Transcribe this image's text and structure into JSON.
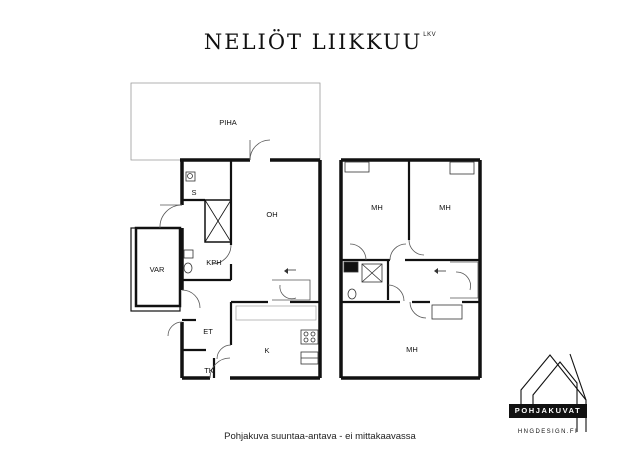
{
  "brand": {
    "name": "NELIÖT LIIKKUU",
    "suffix": "LKV"
  },
  "rooms": {
    "piha": "PIHA",
    "s": "S",
    "oh": "OH",
    "var": "VAR",
    "kph": "KPH",
    "et": "ET",
    "k": "K",
    "tk": "TK",
    "mh_upper_left": "MH",
    "mh_upper_right": "MH",
    "mh_lower": "MH"
  },
  "caption": "Pohjakuva suuntaa-antava - ei mittakaavassa",
  "logo": {
    "badge": "POHJAKUVAT",
    "site": "HNGDESIGN.FI"
  }
}
